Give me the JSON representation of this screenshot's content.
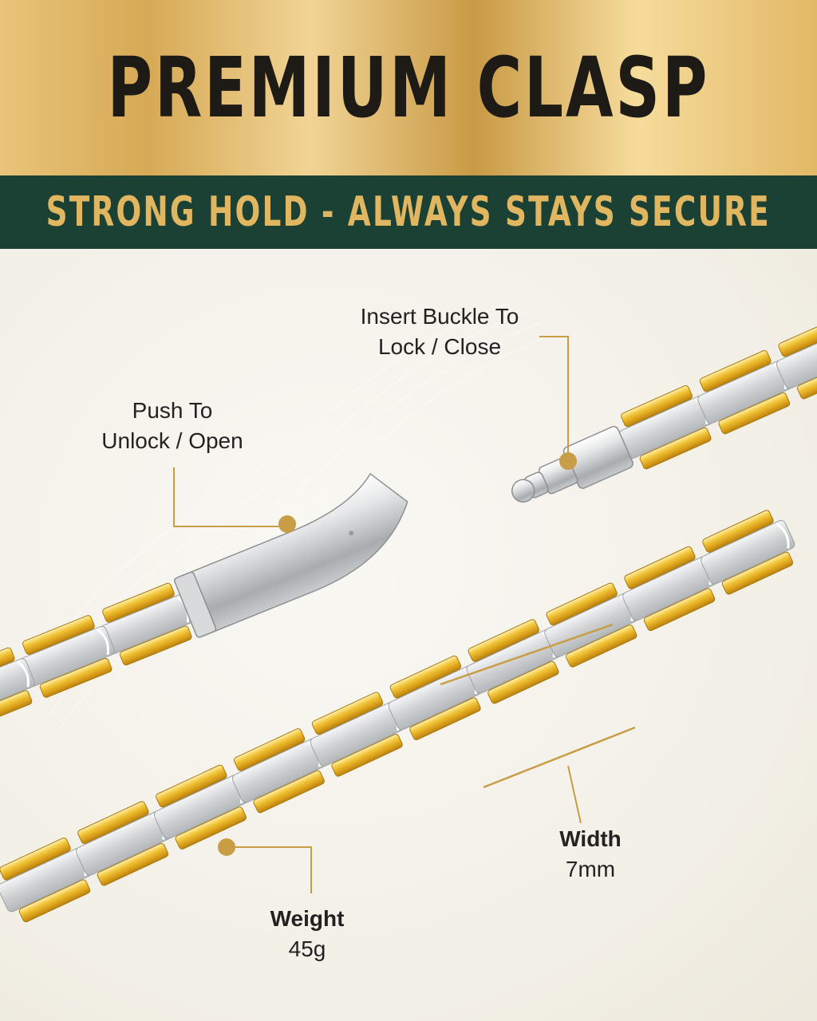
{
  "header": {
    "title": "PREMIUM CLASP",
    "subtitle": "STRONG HOLD - ALWAYS STAYS SECURE"
  },
  "callouts": {
    "insert": {
      "line1": "Insert Buckle To",
      "line2": "Lock / Close"
    },
    "push": {
      "line1": "Push To",
      "line2": "Unlock / Open"
    },
    "width": {
      "label": "Width",
      "value": "7mm"
    },
    "weight": {
      "label": "Weight",
      "value": "45g"
    }
  },
  "colors": {
    "gold": "#e7b52f",
    "silver": "#d7d8d9",
    "accent_line": "#c89d45",
    "banner_green": "#1b4034",
    "title_dark": "#1e1b16",
    "subtitle_gold": "#e0b660"
  }
}
